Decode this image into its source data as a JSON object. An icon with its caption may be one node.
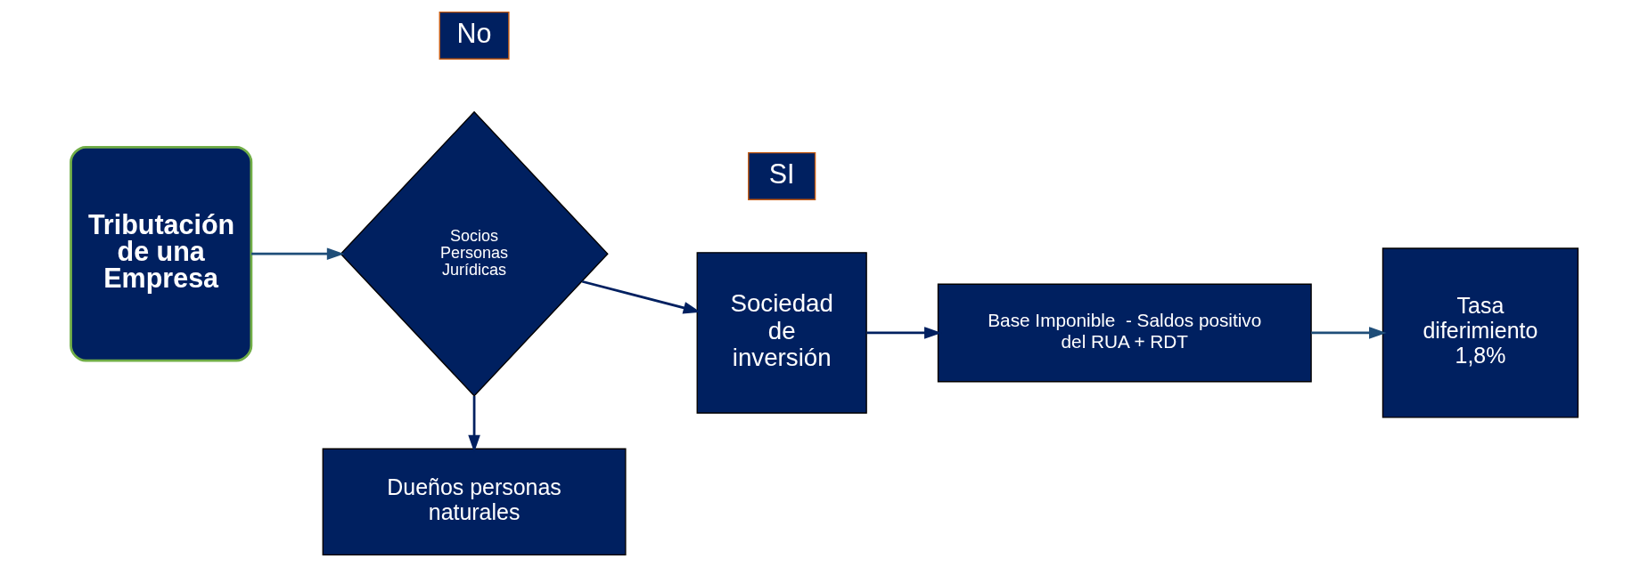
{
  "diagram": {
    "nodes": [
      {
        "text": [
          "Tributación de una Empresa"
        ]
      },
      {
        "text": [
          "Socios Personas Jurídicas"
        ]
      },
      {
        "text": [
          "SI"
        ]
      },
      {
        "text": [
          "Sociedad de inversión"
        ]
      },
      {
        "text": [
          "Base Imponible  - Saldos positivo del RUA + RDT"
        ]
      },
      {
        "text": [
          "Tasa diferimiento 1,8%"
        ]
      },
      {
        "text": [
          "No"
        ]
      },
      {
        "text": [
          "Dueños personas naturales"
        ]
      }
    ],
    "edges": [
      {
        "from": 0,
        "to": 1,
        "arrow": "to",
        "color": "#1f4e79"
      },
      {
        "from": 1,
        "to": 3,
        "arrow": "to"
      },
      {
        "from": 3,
        "to": 4,
        "arrow": "to"
      },
      {
        "from": 4,
        "to": 5,
        "arrow": "to",
        "color": "#1f4e79"
      },
      {
        "from": 1,
        "to": 7,
        "arrow": "to"
      }
    ]
  }
}
